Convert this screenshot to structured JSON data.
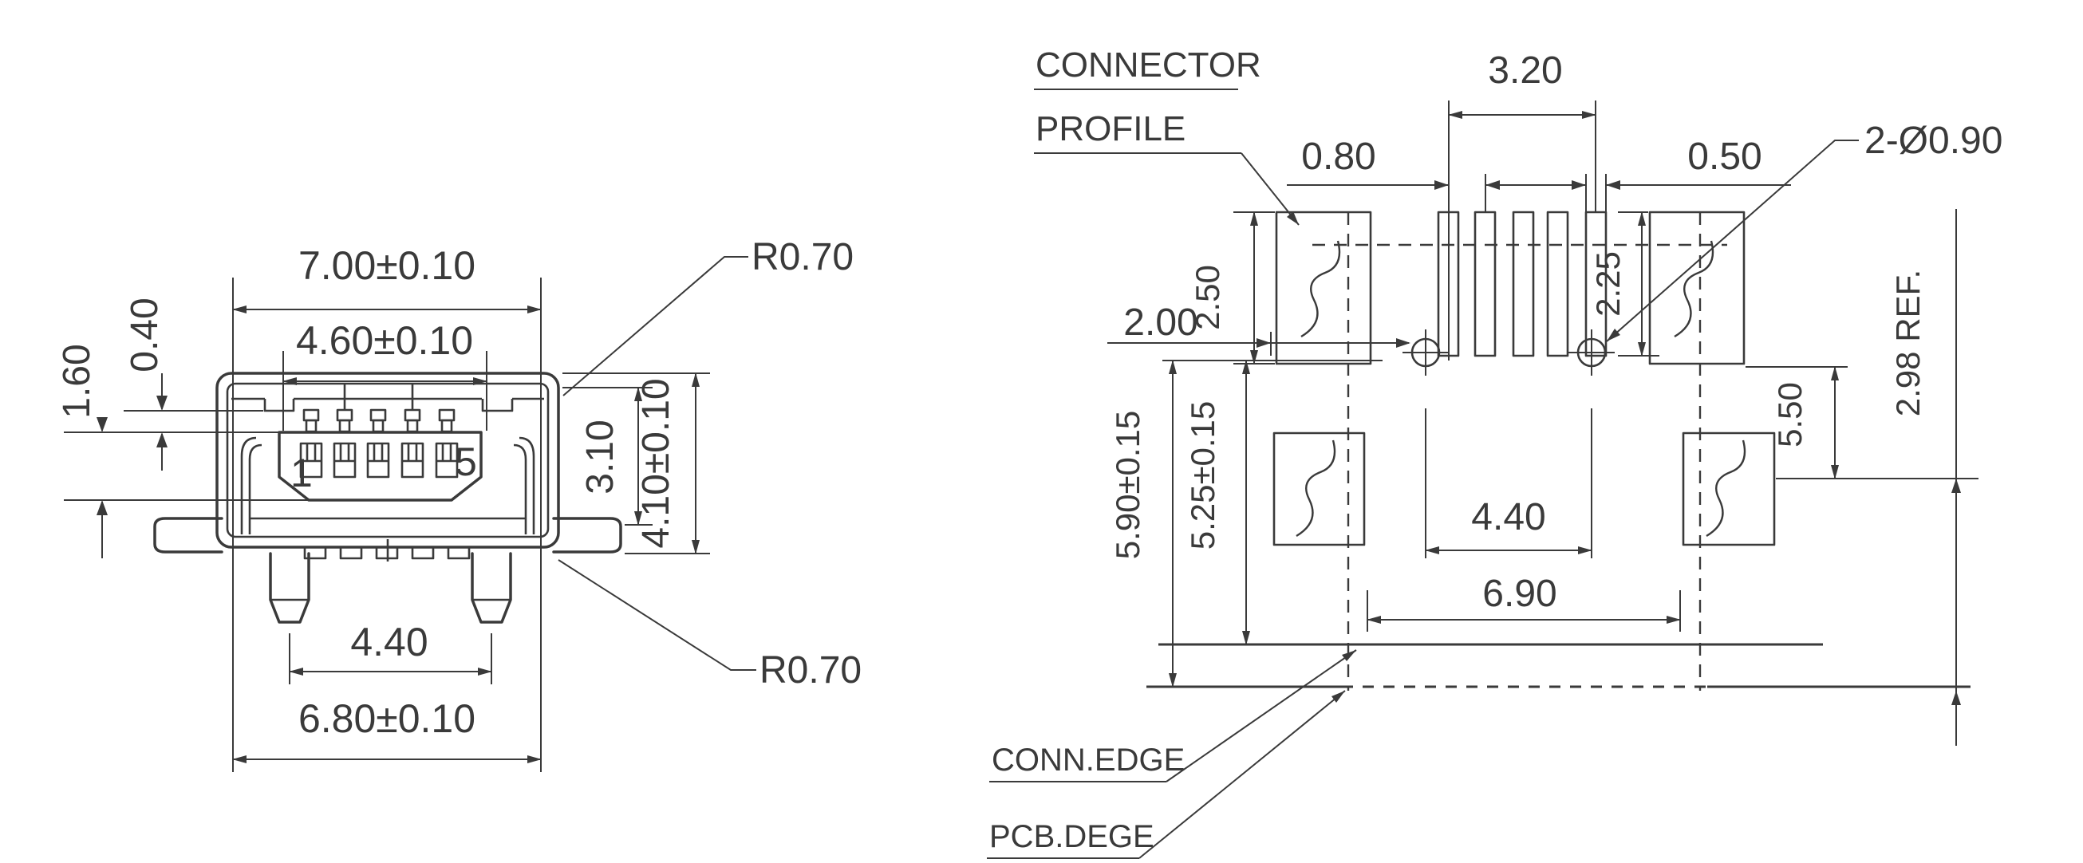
{
  "colors": {
    "line": "#3a3a3a",
    "background": "#ffffff"
  },
  "left_view": {
    "width_outer": "7.00±0.10",
    "width_inner": "4.60±0.10",
    "radius_top": "R0.70",
    "radius_bottom": "R0.70",
    "height_left_outer": "1.60",
    "height_left_inner": "0.40",
    "height_right_inner": "3.10",
    "height_right_outer": "4.10±0.10",
    "legs_span": "4.40",
    "width_bottom": "6.80±0.10",
    "pin_first": "1",
    "pin_last": "5"
  },
  "right_view": {
    "profile_label_line1": "CONNECTOR",
    "profile_label_line2": "PROFILE",
    "pin_span": "3.20",
    "pin_pitch": "0.80",
    "pad_width": "0.50",
    "holes": "2-Ø0.90",
    "pad_height_left": "2.50",
    "pad_height_pins": "2.25",
    "edge_offset": "2.00",
    "pad_gap_vertical": "5.50",
    "ref_height": "2.98 REF.",
    "hole_span": "4.40",
    "height_to_pcb_edge": "5.90±0.15",
    "height_to_conn_edge": "5.25±0.15",
    "pad_span_horizontal": "6.90",
    "conn_edge_label": "CONN.EDGE",
    "pcb_edge_label": "PCB.DEGE"
  }
}
